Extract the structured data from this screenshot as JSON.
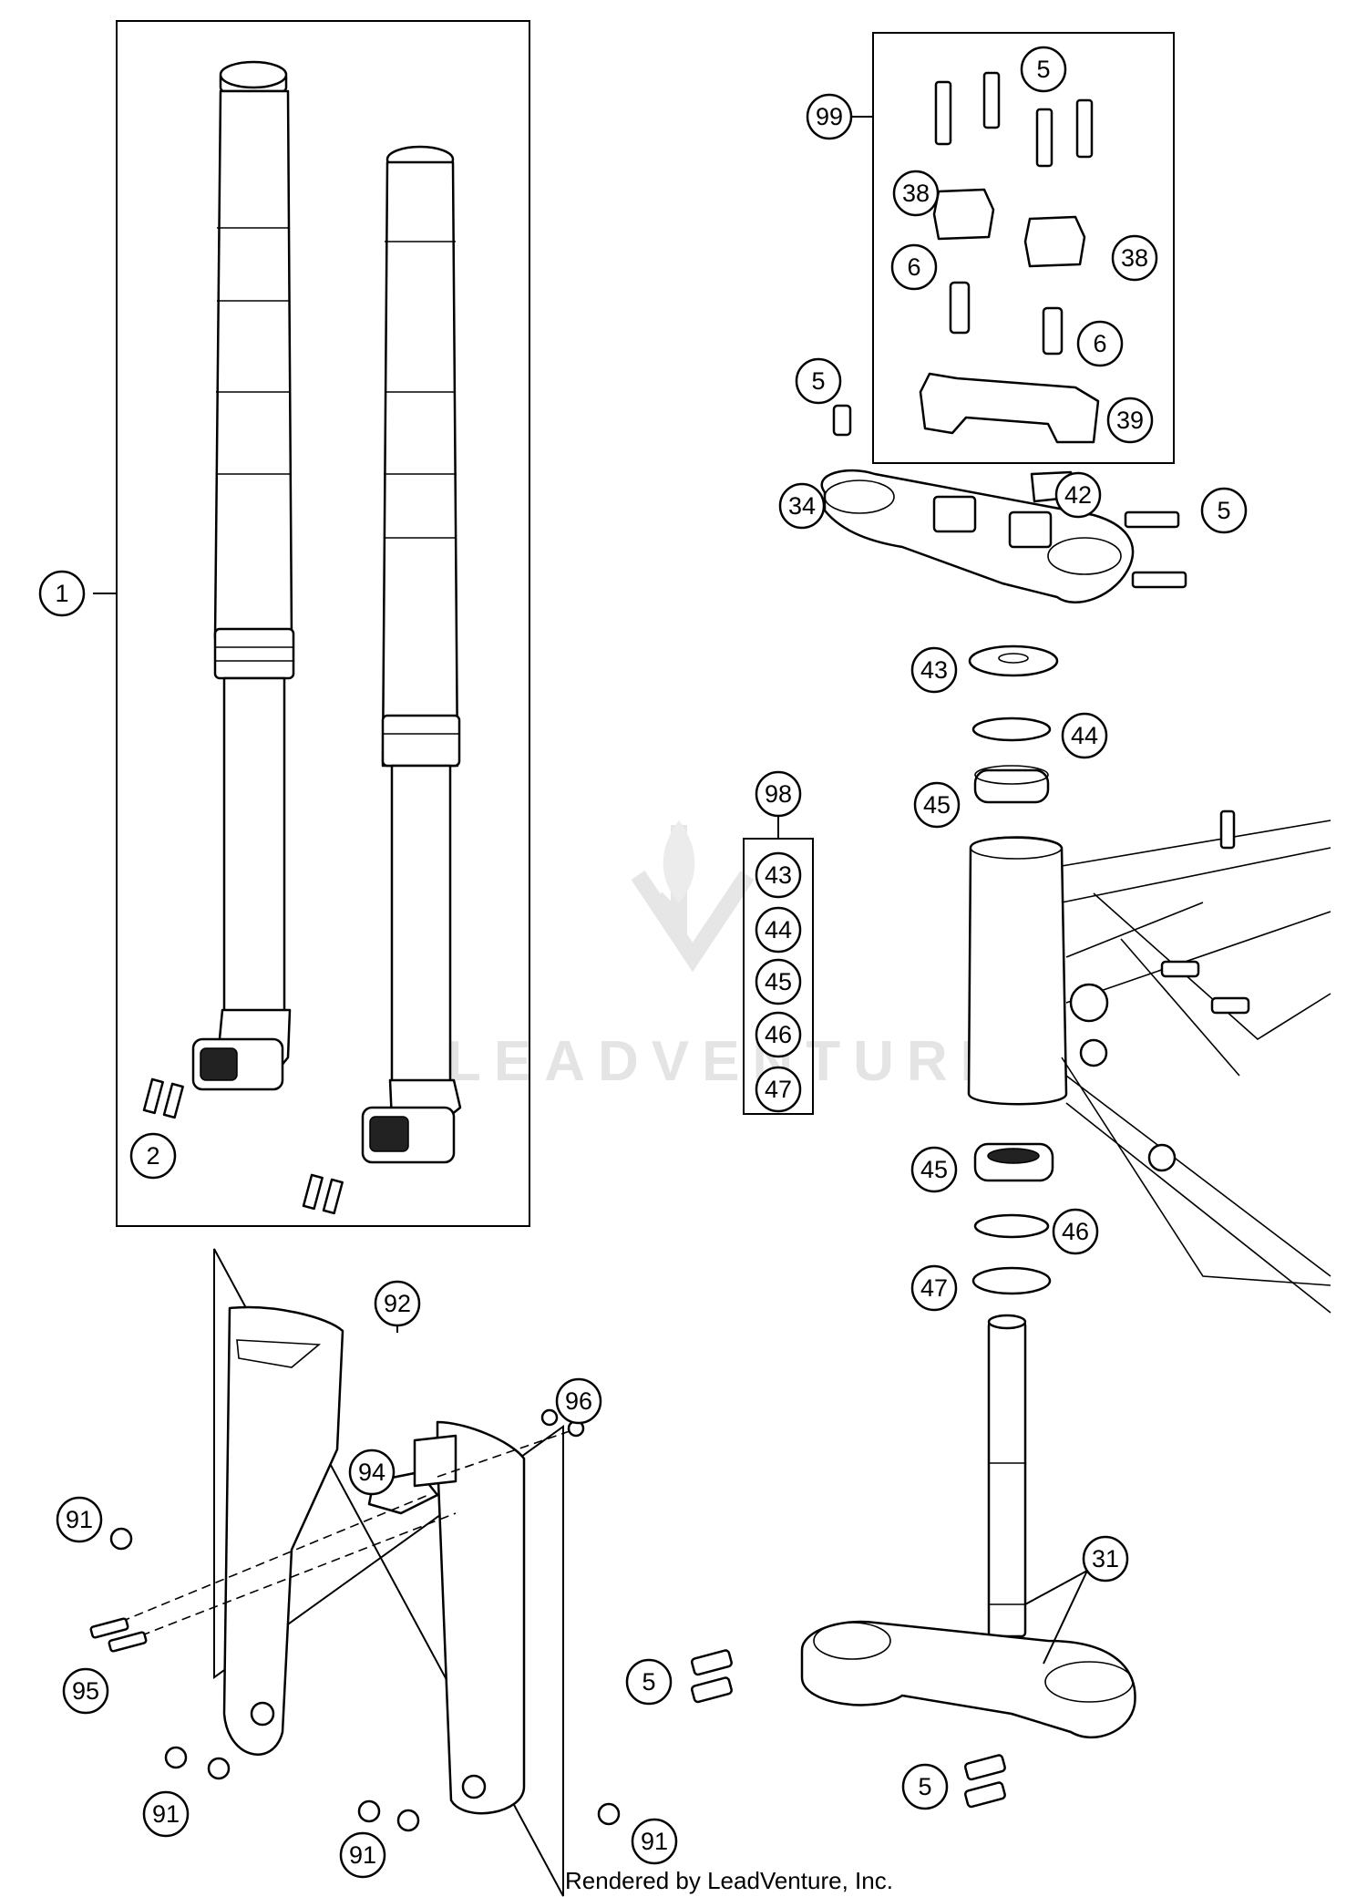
{
  "watermark": {
    "text": "LEADVENTURE"
  },
  "footer": {
    "text": "Rendered by LeadVenture, Inc."
  },
  "callouts": {
    "c1": "1",
    "c2": "2",
    "c5a": "5",
    "c5b": "5",
    "c5c": "5",
    "c5d": "5",
    "c5e": "5",
    "c6a": "6",
    "c6b": "6",
    "c31": "31",
    "c34": "34",
    "c38a": "38",
    "c38b": "38",
    "c39": "39",
    "c42": "42",
    "c43": "43",
    "c44": "44",
    "c45a": "45",
    "c45b": "45",
    "c46": "46",
    "c47": "47",
    "c91a": "91",
    "c91b": "91",
    "c91c": "91",
    "c91d": "91",
    "c92": "92",
    "c94": "94",
    "c95": "95",
    "c96": "96",
    "c98": "98",
    "c99": "99"
  },
  "kit98": {
    "items": [
      "43",
      "44",
      "45",
      "46",
      "47"
    ]
  }
}
